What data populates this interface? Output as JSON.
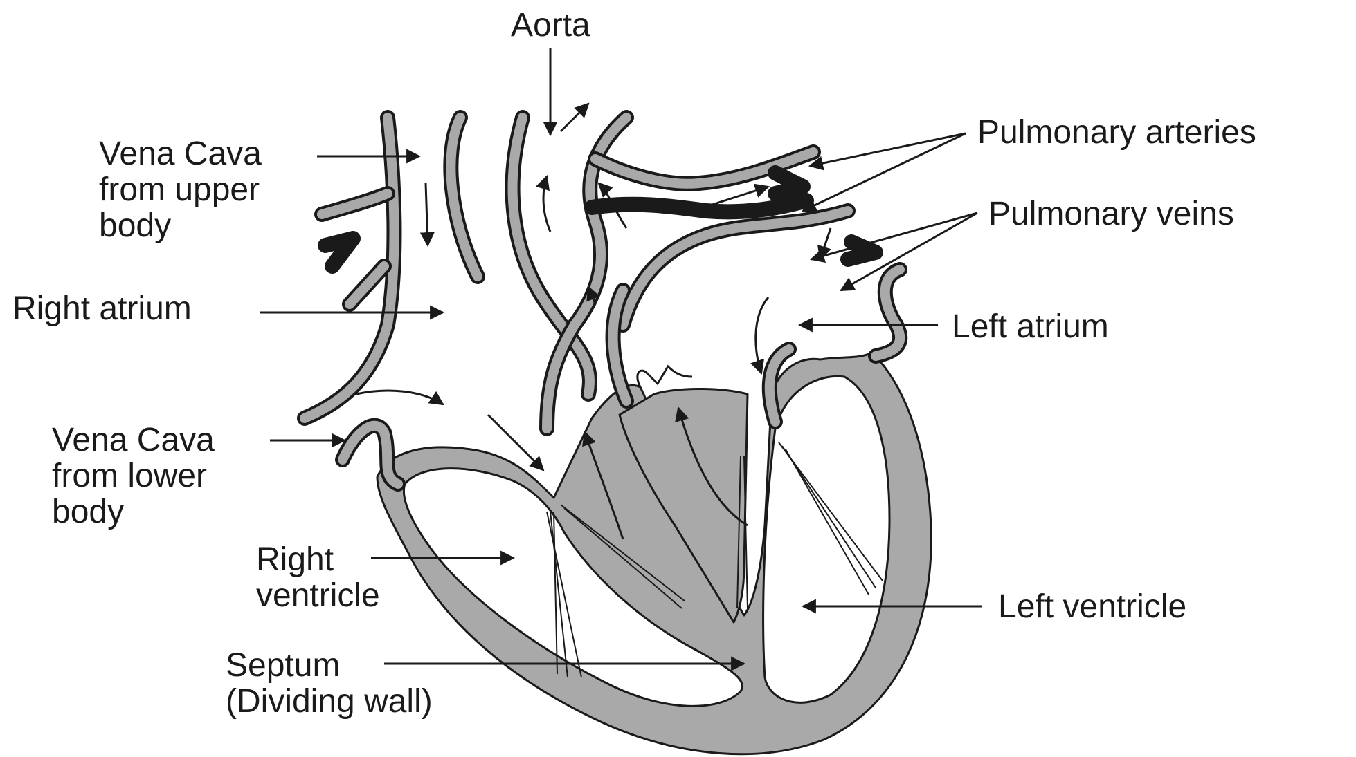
{
  "labels": {
    "aorta": "Aorta",
    "vena_cava_upper": [
      "Vena Cava",
      "from upper",
      "body"
    ],
    "right_atrium": "Right atrium",
    "vena_cava_lower": [
      "Vena Cava",
      "from lower",
      "body"
    ],
    "right_ventricle": [
      "Right",
      "ventricle"
    ],
    "septum": [
      "Septum",
      "(Dividing wall)"
    ],
    "pulmonary_arteries": "Pulmonary arteries",
    "pulmonary_veins": "Pulmonary veins",
    "left_atrium": "Left atrium",
    "left_ventricle": "Left ventricle"
  },
  "colors": {
    "muscle_wall": "#a9a9a9",
    "outline": "#1a1a1a",
    "background": "#ffffff"
  }
}
